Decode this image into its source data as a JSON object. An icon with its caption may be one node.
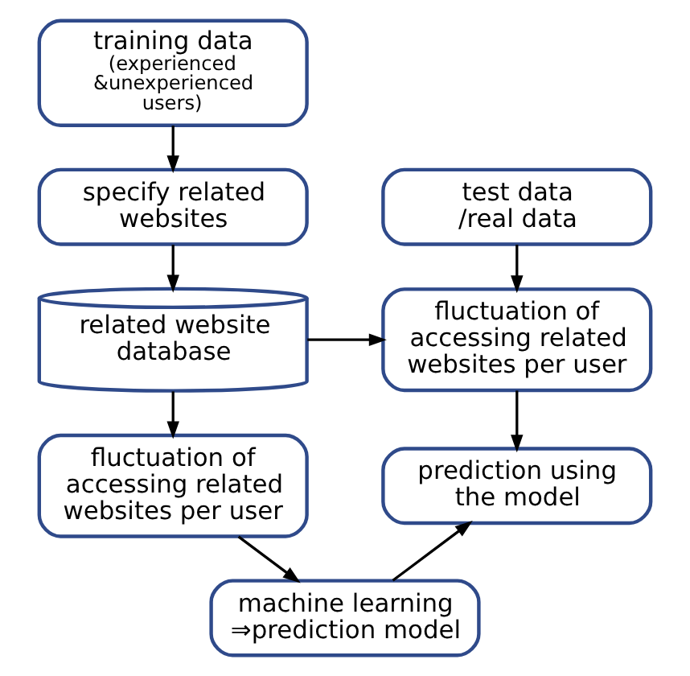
{
  "diagram": {
    "nodes": [
      {
        "text": [
          "training data",
          "(experienced &unexperienced users)"
        ]
      },
      {
        "text": [
          "specify related websites"
        ]
      },
      {
        "text": [
          "related website database"
        ]
      },
      {
        "text": [
          "fluctuation of accessing related websites per user"
        ]
      },
      {
        "text": [
          "machine learning ⇒prediction model"
        ]
      },
      {
        "text": [
          "test data /real data"
        ]
      },
      {
        "text": [
          "fluctuation of accessing related websites per user"
        ]
      },
      {
        "text": [
          "prediction using the model"
        ]
      }
    ],
    "edges": [
      {
        "from": 0,
        "to": 1,
        "arrow": "to"
      },
      {
        "from": 1,
        "to": 2,
        "arrow": "to"
      },
      {
        "from": 2,
        "to": 3,
        "arrow": "to"
      },
      {
        "from": 3,
        "to": 4,
        "arrow": "to"
      },
      {
        "from": 2,
        "to": 6,
        "arrow": "to"
      },
      {
        "from": 5,
        "to": 6,
        "arrow": "to"
      },
      {
        "from": 6,
        "to": 7,
        "arrow": "to"
      },
      {
        "from": 4,
        "to": 7,
        "arrow": "to"
      }
    ]
  }
}
